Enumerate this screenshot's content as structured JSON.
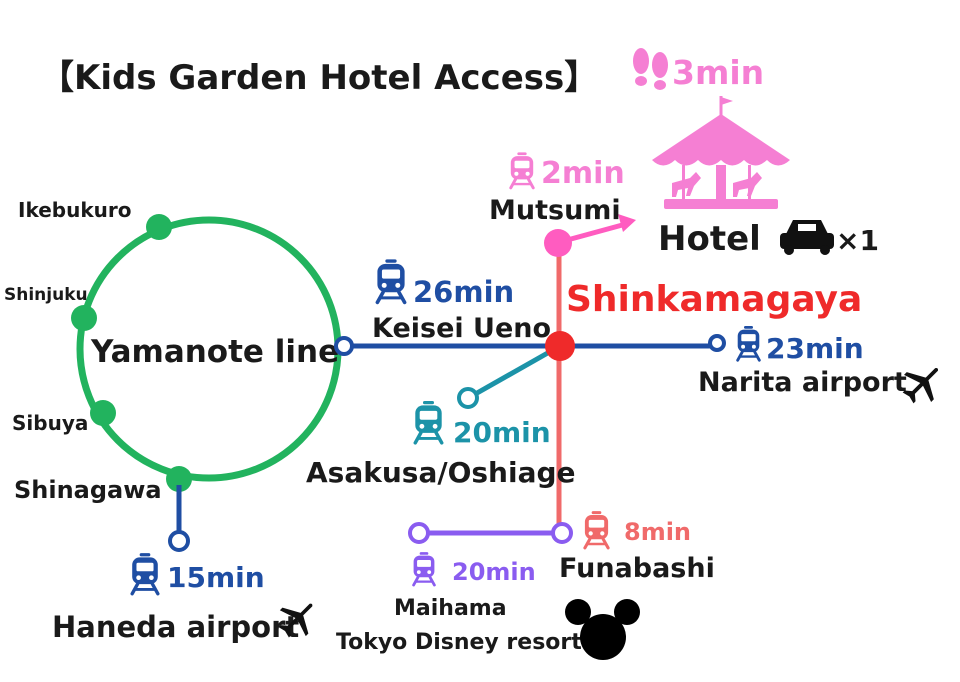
{
  "title": "【Kids Garden Hotel Access】",
  "colors": {
    "yamanote": "#22b35e",
    "keisei": "#1f4ea3",
    "shin": "#f06a6a",
    "asakusa": "#1c93a8",
    "tozai": "#8a5cf0",
    "walk": "#ff5cc0",
    "hub": "#ef2a2a",
    "carousel": "#f57fd3",
    "text": "#1a1a1a"
  },
  "walk": {
    "time": "3min"
  },
  "hotel": {
    "label": "Hotel",
    "car_count": "×1"
  },
  "yamanote": {
    "label": "Yamanote line",
    "stations": {
      "ikebukuro": "Ikebukuro",
      "shinjuku": "Shinjuku",
      "sibuya": "Sibuya",
      "shinagawa": "Shinagawa"
    }
  },
  "mutsumi": {
    "label": "Mutsumi",
    "time": "2min"
  },
  "shinkamagaya": {
    "label": "Shinkamagaya"
  },
  "keisei_ueno": {
    "label": "Keisei Ueno",
    "time": "26min"
  },
  "narita": {
    "label": "Narita airport",
    "time": "23min"
  },
  "asakusa": {
    "label": "Asakusa/Oshiage",
    "time": "20min"
  },
  "funabashi": {
    "label": "Funabashi",
    "time": "8min"
  },
  "maihama": {
    "label": "Maihama",
    "time": "20min",
    "resort": "Tokyo Disney resort"
  },
  "haneda": {
    "label": "Haneda airport",
    "time": "15min"
  },
  "icons": {
    "train": "train-icon",
    "walk": "footprints-icon",
    "car": "car-icon",
    "plane": "airplane-icon",
    "carousel": "carousel-icon",
    "mouse": "mouse-ears-icon"
  }
}
